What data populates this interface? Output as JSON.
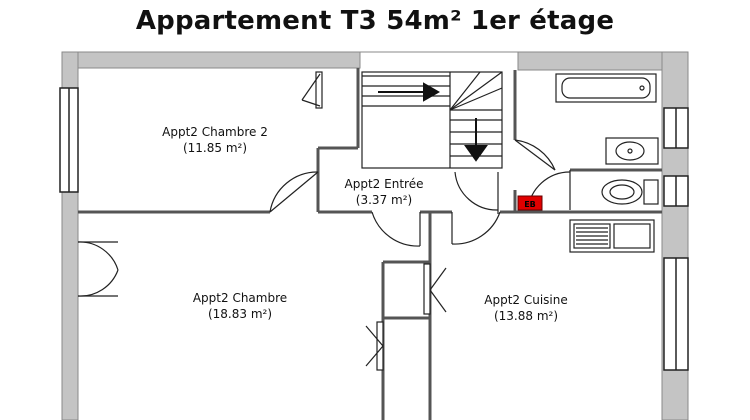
{
  "title": "Appartement T3 54m² 1er étage",
  "rooms": [
    {
      "name": "Appt2 Chambre 2",
      "area": "(11.85 m²)"
    },
    {
      "name": "Appt2 Entrée",
      "area": "(3.37 m²)"
    },
    {
      "name": "Appt2 Chambre",
      "area": "(18.83 m²)"
    },
    {
      "name": "Appt2 Cuisine",
      "area": "(13.88 m²)"
    }
  ],
  "fixtures": {
    "meter_label": "EB",
    "meter_color": "#e00000"
  },
  "colors": {
    "wall": "#bdbdbd",
    "wall_stroke": "#777777",
    "line": "#222222"
  }
}
